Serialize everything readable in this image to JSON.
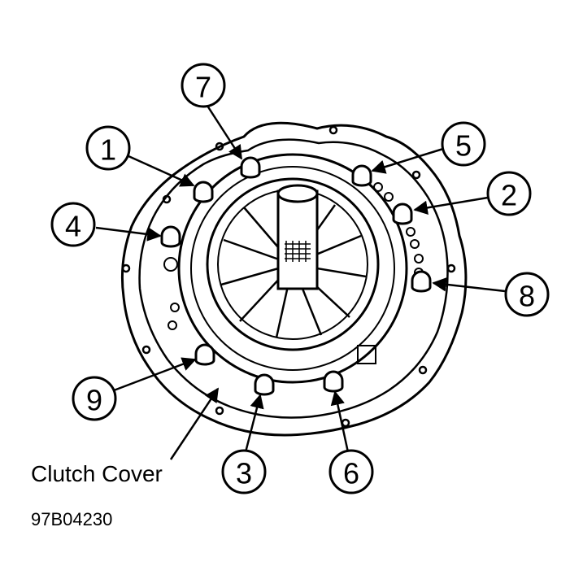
{
  "diagram": {
    "callouts": [
      {
        "label": "1"
      },
      {
        "label": "2"
      },
      {
        "label": "3"
      },
      {
        "label": "4"
      },
      {
        "label": "5"
      },
      {
        "label": "6"
      },
      {
        "label": "7"
      },
      {
        "label": "8"
      },
      {
        "label": "9"
      }
    ],
    "component_label": "Clutch Cover",
    "figure_id": "97B04230"
  }
}
